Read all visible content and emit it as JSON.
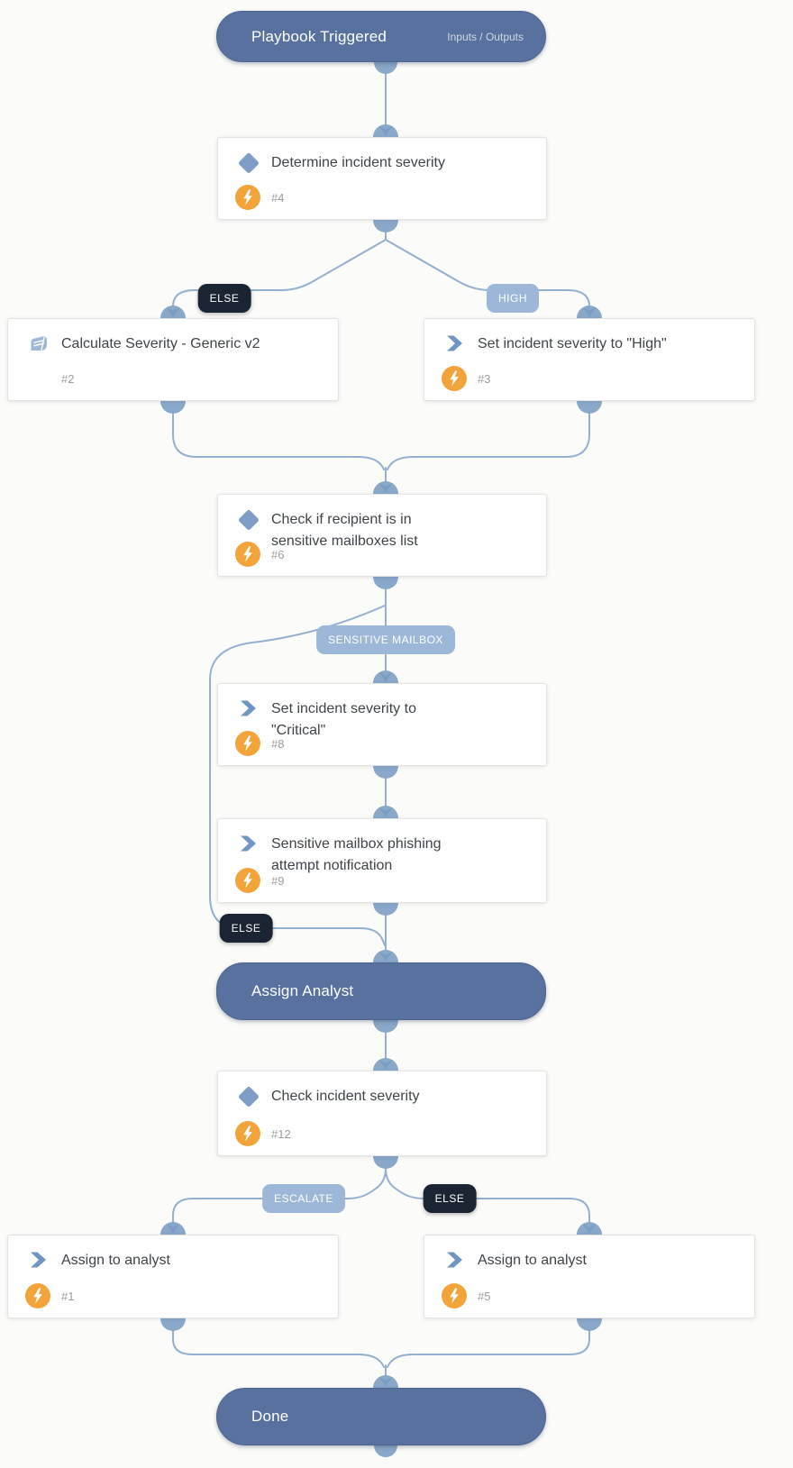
{
  "colors": {
    "canvas_bg": "#fbfbf9",
    "section_pill": "#58719f",
    "connector": "#94b0d1",
    "port": "#8aa8ca",
    "arrow": "#7b9cc3",
    "condition_icon": "#7e9ec7",
    "task_icon": "#6f96c3",
    "playbook_icon": "#9db8d6",
    "automation_badge": "#f2a43b",
    "label_light": "#9cb7d7",
    "label_dark": "#1a2433",
    "card_border": "#e4e3e1",
    "title_text": "#3f444b",
    "id_text": "#9c9c9a"
  },
  "start": {
    "title": "Playbook Triggered",
    "meta": "Inputs / Outputs"
  },
  "sections": {
    "assign": "Assign Analyst",
    "done": "Done"
  },
  "labels": {
    "else1": "ELSE",
    "high": "HIGH",
    "sensitive": "SENSITIVE MAILBOX",
    "else2": "ELSE",
    "escalate": "ESCALATE",
    "else3": "ELSE"
  },
  "tasks": {
    "t4": {
      "id": "#4",
      "title": "Determine incident severity"
    },
    "t2": {
      "id": "#2",
      "title": "Calculate Severity - Generic v2"
    },
    "t3": {
      "id": "#3",
      "title": "Set incident severity to \"High\""
    },
    "t6": {
      "id": "#6",
      "title": "Check if recipient is in sensitive mailboxes list"
    },
    "t8": {
      "id": "#8",
      "title": "Set incident severity to \"Critical\""
    },
    "t9": {
      "id": "#9",
      "title": "Sensitive mailbox phishing attempt notification"
    },
    "t12": {
      "id": "#12",
      "title": "Check incident severity"
    },
    "t1": {
      "id": "#1",
      "title": "Assign to analyst"
    },
    "t5": {
      "id": "#5",
      "title": "Assign to analyst"
    }
  }
}
